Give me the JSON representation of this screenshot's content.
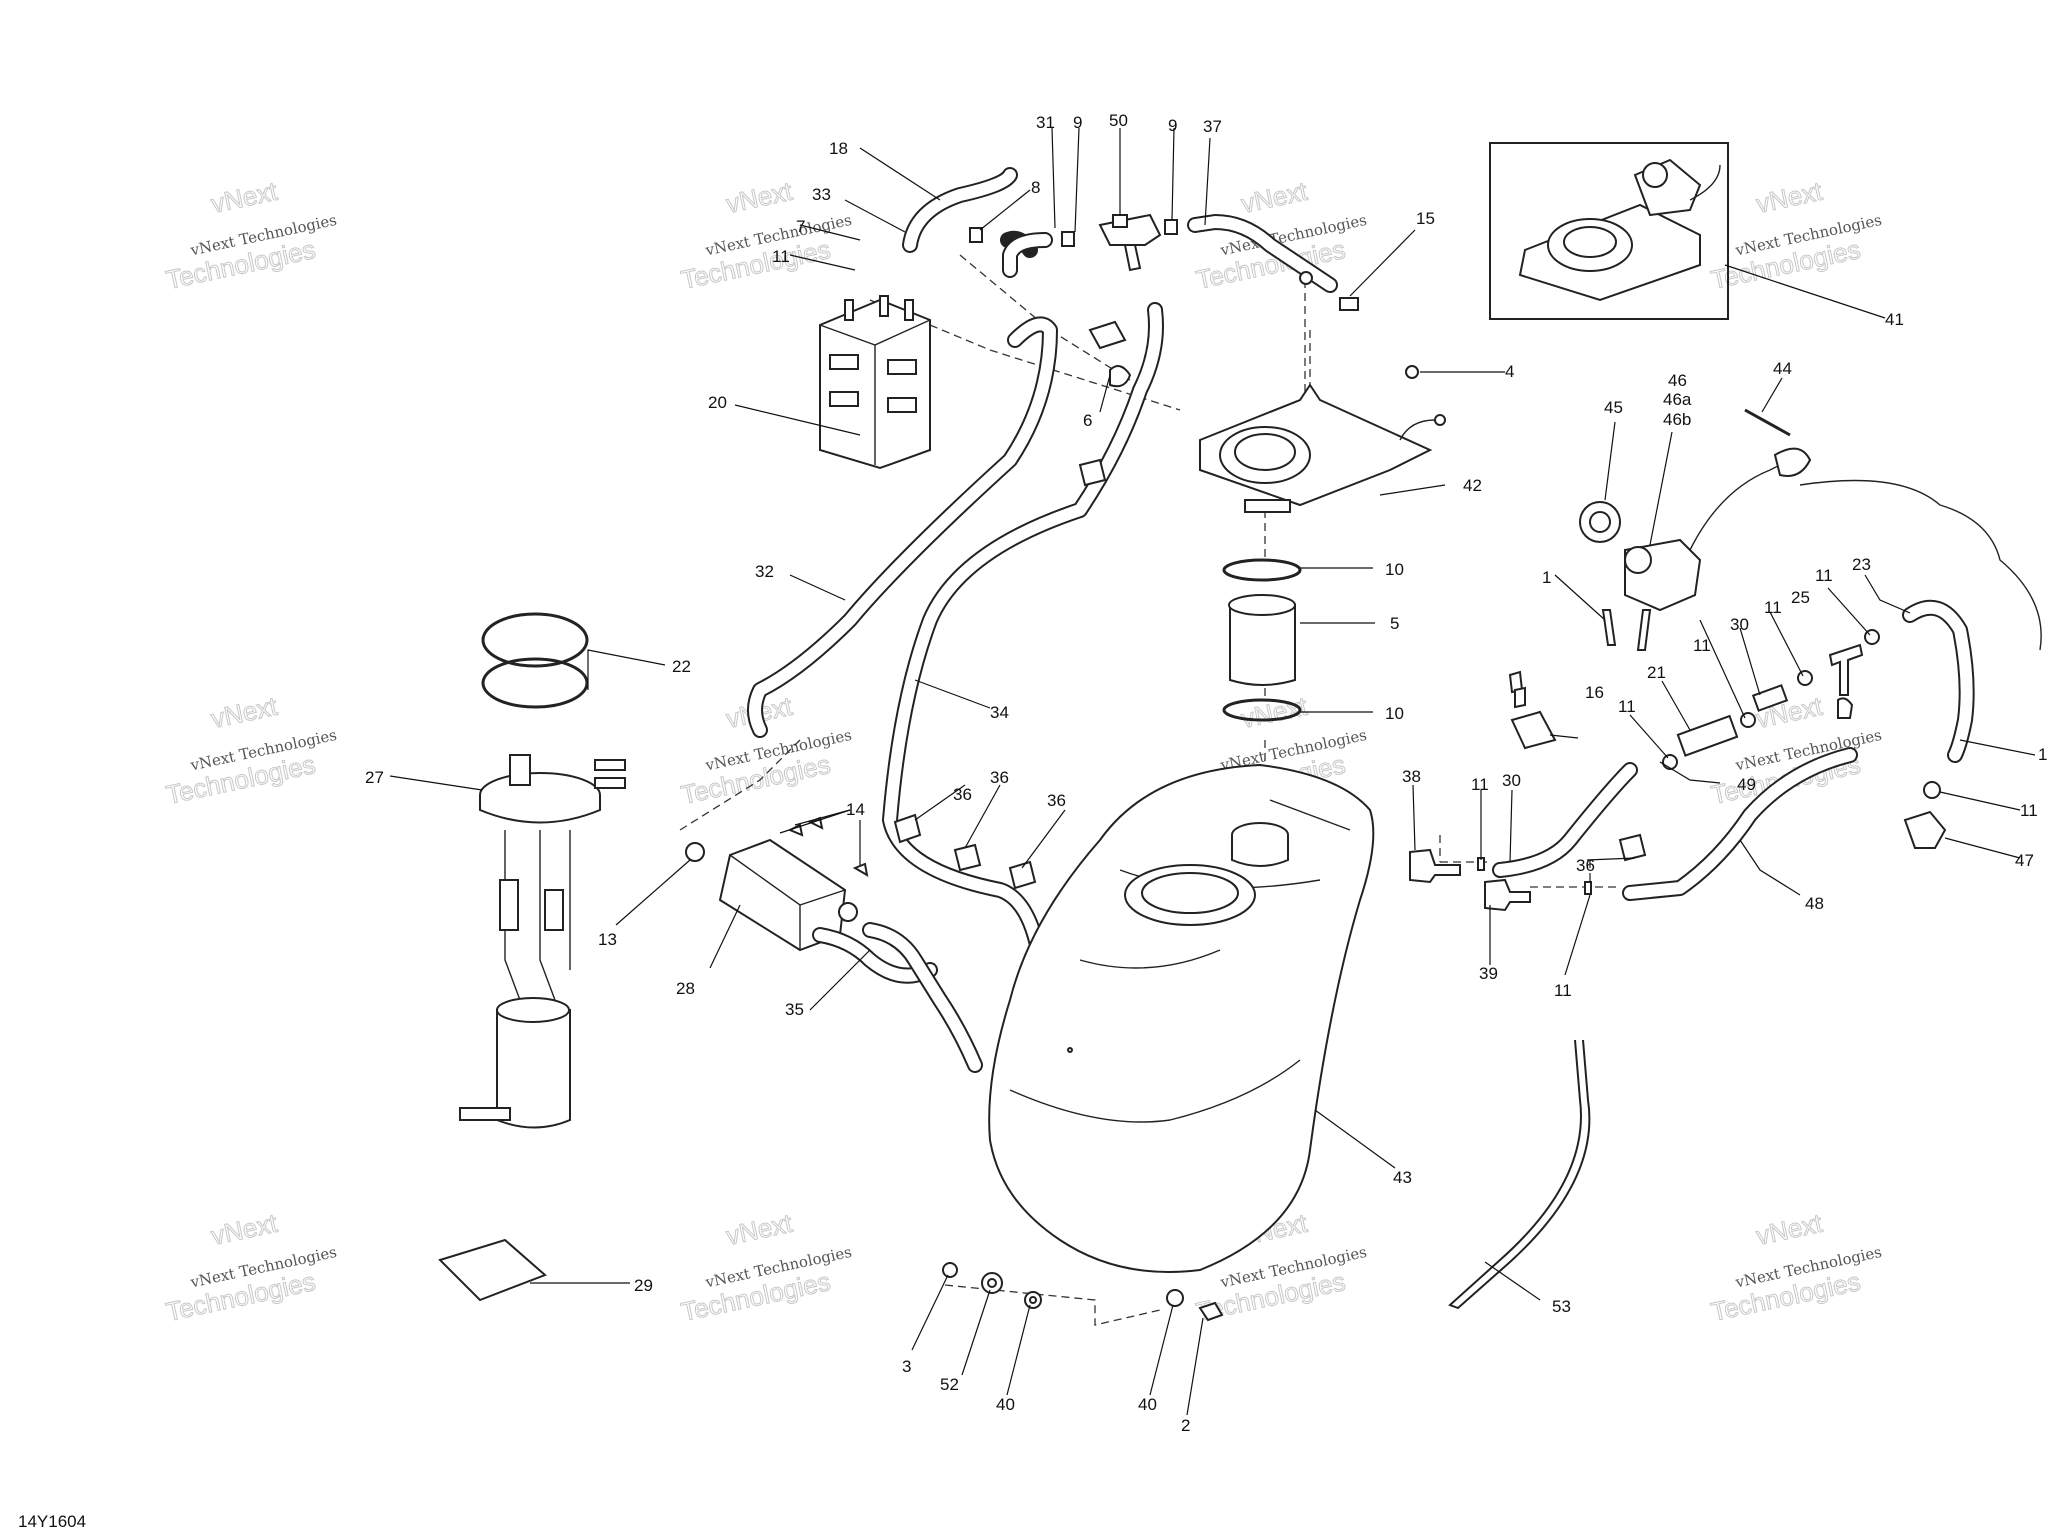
{
  "diagram": {
    "code": "14Y1604",
    "watermark": {
      "line1": "vNext",
      "line2": "vNext Technologies",
      "line3": "Technologies"
    },
    "callouts": [
      {
        "id": "c18",
        "label": "18"
      },
      {
        "id": "c33",
        "label": "33"
      },
      {
        "id": "c7",
        "label": "7"
      },
      {
        "id": "c11a",
        "label": "11"
      },
      {
        "id": "c20",
        "label": "20"
      },
      {
        "id": "c8",
        "label": "8"
      },
      {
        "id": "c31",
        "label": "31"
      },
      {
        "id": "c9a",
        "label": "9"
      },
      {
        "id": "c50",
        "label": "50"
      },
      {
        "id": "c9b",
        "label": "9"
      },
      {
        "id": "c37",
        "label": "37"
      },
      {
        "id": "c15",
        "label": "15"
      },
      {
        "id": "c6",
        "label": "6"
      },
      {
        "id": "c4",
        "label": "4"
      },
      {
        "id": "c42",
        "label": "42"
      },
      {
        "id": "c41",
        "label": "41"
      },
      {
        "id": "c32",
        "label": "32"
      },
      {
        "id": "c34",
        "label": "34"
      },
      {
        "id": "c10a",
        "label": "10"
      },
      {
        "id": "c5",
        "label": "5"
      },
      {
        "id": "c10b",
        "label": "10"
      },
      {
        "id": "c22",
        "label": "22"
      },
      {
        "id": "c27",
        "label": "27"
      },
      {
        "id": "c14",
        "label": "14"
      },
      {
        "id": "c36a",
        "label": "36"
      },
      {
        "id": "c36b",
        "label": "36"
      },
      {
        "id": "c36c",
        "label": "36"
      },
      {
        "id": "c13",
        "label": "13"
      },
      {
        "id": "c28",
        "label": "28"
      },
      {
        "id": "c35",
        "label": "35"
      },
      {
        "id": "c45",
        "label": "45"
      },
      {
        "id": "c46",
        "label": "46"
      },
      {
        "id": "c46a",
        "label": "46a"
      },
      {
        "id": "c46b",
        "label": "46b"
      },
      {
        "id": "c44",
        "label": "44"
      },
      {
        "id": "c1a",
        "label": "1"
      },
      {
        "id": "c11b",
        "label": "11"
      },
      {
        "id": "c23",
        "label": "23"
      },
      {
        "id": "c11c",
        "label": "11"
      },
      {
        "id": "c25",
        "label": "25"
      },
      {
        "id": "c30a",
        "label": "30"
      },
      {
        "id": "c11d",
        "label": "11"
      },
      {
        "id": "c21",
        "label": "21"
      },
      {
        "id": "c16",
        "label": "16"
      },
      {
        "id": "c11e",
        "label": "11"
      },
      {
        "id": "c49",
        "label": "49"
      },
      {
        "id": "c1b",
        "label": "1"
      },
      {
        "id": "c11f",
        "label": "11"
      },
      {
        "id": "c47",
        "label": "47"
      },
      {
        "id": "c38",
        "label": "38"
      },
      {
        "id": "c11g",
        "label": "11"
      },
      {
        "id": "c30b",
        "label": "30"
      },
      {
        "id": "c36d",
        "label": "36"
      },
      {
        "id": "c48",
        "label": "48"
      },
      {
        "id": "c39",
        "label": "39"
      },
      {
        "id": "c11h",
        "label": "11"
      },
      {
        "id": "c43",
        "label": "43"
      },
      {
        "id": "c29",
        "label": "29"
      },
      {
        "id": "c53",
        "label": "53"
      },
      {
        "id": "c3",
        "label": "3"
      },
      {
        "id": "c52",
        "label": "52"
      },
      {
        "id": "c40a",
        "label": "40"
      },
      {
        "id": "c40b",
        "label": "40"
      },
      {
        "id": "c2",
        "label": "2"
      }
    ]
  }
}
